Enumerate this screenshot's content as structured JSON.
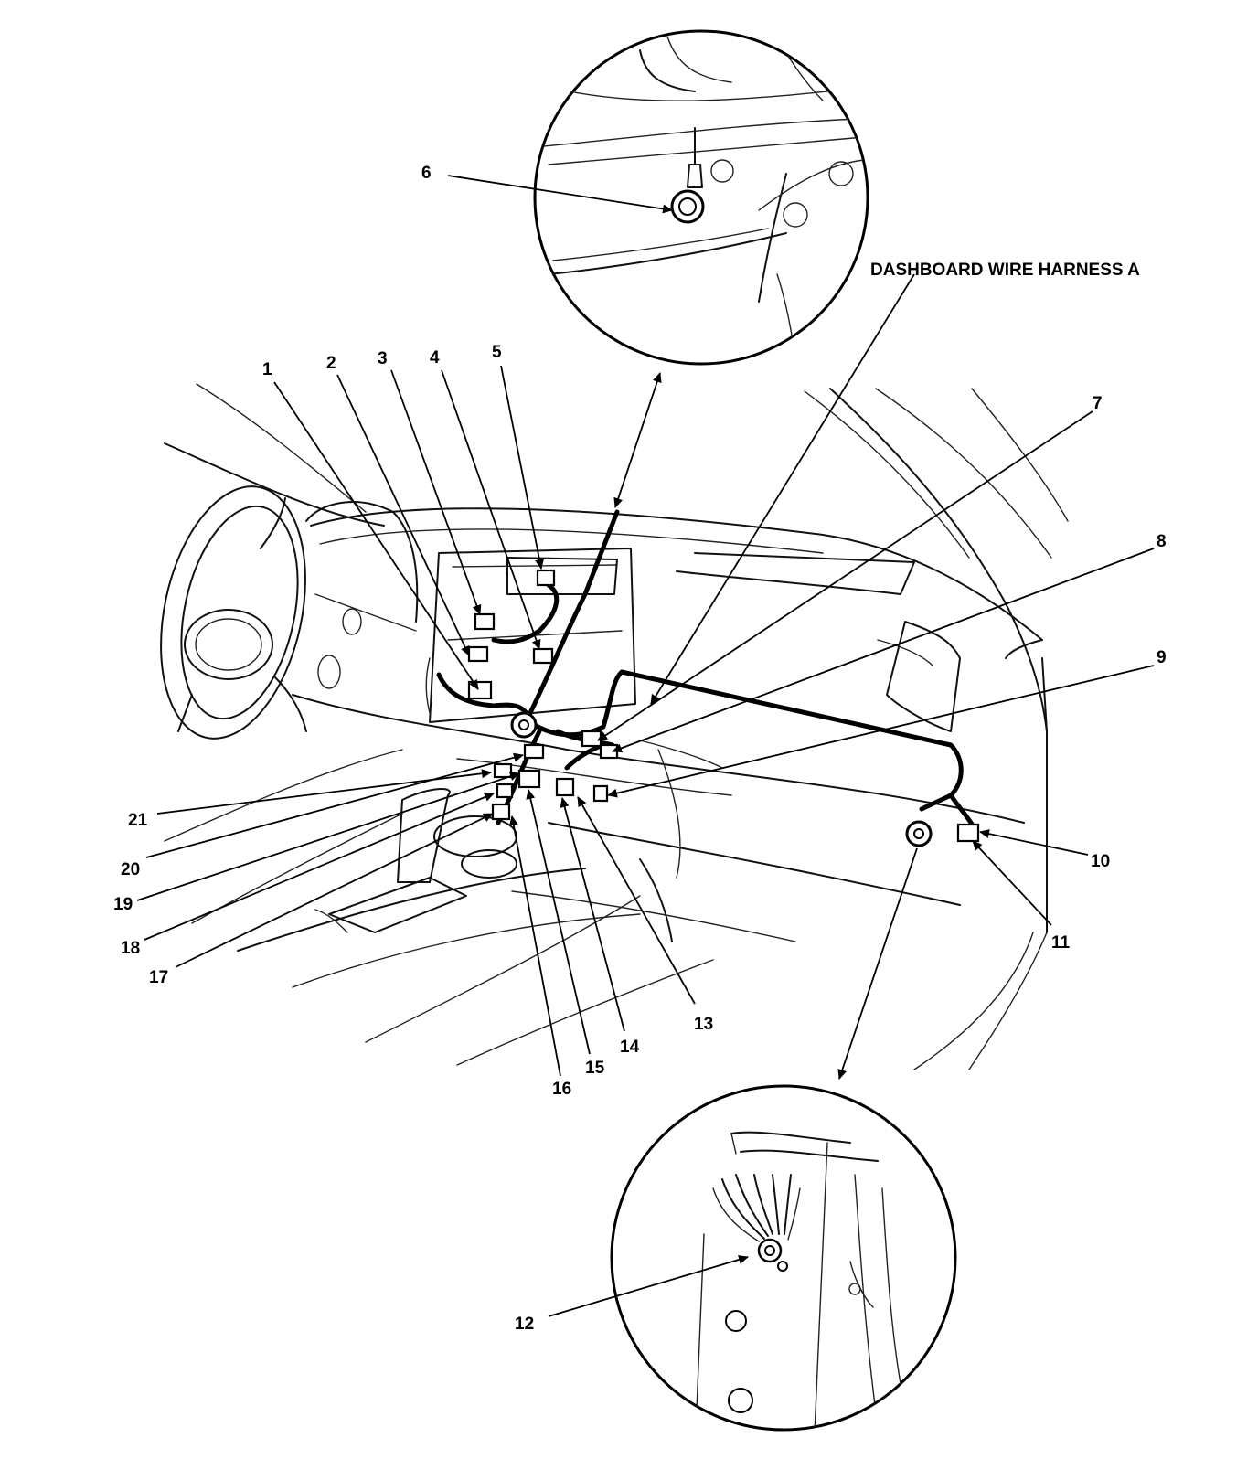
{
  "harness_label": "DASHBOARD WIRE HARNESS A",
  "callouts": [
    "1",
    "2",
    "3",
    "4",
    "5",
    "6",
    "7",
    "8",
    "9",
    "10",
    "11",
    "12",
    "13",
    "14",
    "15",
    "16",
    "17",
    "18",
    "19",
    "20",
    "21"
  ]
}
